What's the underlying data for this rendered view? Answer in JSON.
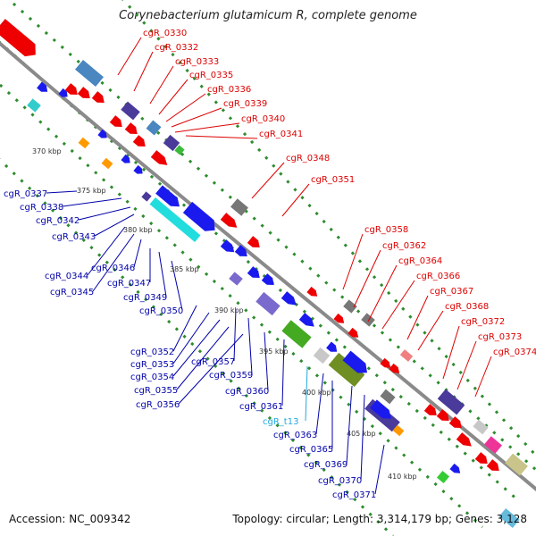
{
  "title": "Corynebacterium glutamicum R, complete genome",
  "footer": {
    "accession": "Accession: NC_009342",
    "topology": "Topology: circular; Length: 3,314,179 bp; Genes: 3,128"
  },
  "colors": {
    "backbone": "#8a8a8a",
    "tick": "#2e8b2e",
    "forward_label": "#dd0000",
    "reverse_label": "#0000aa",
    "rna_label": "#22aadd"
  },
  "kbp_ticks": [
    "370 kbp",
    "375 kbp",
    "380 kbp",
    "385 kbp",
    "390 kbp",
    "395 kbp",
    "400 kbp",
    "405 kbp",
    "410 kbp"
  ],
  "forward_labels": [
    "cgR_0330",
    "cgR_0332",
    "cgR_0333",
    "cgR_0335",
    "cgR_0336",
    "cgR_0339",
    "cgR_0340",
    "cgR_0341",
    "cgR_0348",
    "cgR_0351",
    "cgR_0358",
    "cgR_0362",
    "cgR_0364",
    "cgR_0366",
    "cgR_0367",
    "cgR_0368",
    "cgR_0372",
    "cgR_0373",
    "cgR_0374"
  ],
  "reverse_labels": [
    "cgR_0337",
    "cgR_0338",
    "cgR_0342",
    "cgR_0343",
    "cgR_0344",
    "cgR_0345",
    "cgR_0346",
    "cgR_0347",
    "cgR_0349",
    "cgR_0350",
    "cgR_0352",
    "cgR_0353",
    "cgR_0354",
    "cgR_0355",
    "cgR_0356",
    "cgR_0357",
    "cgR_0359",
    "cgR_0360",
    "cgR_0361",
    "cgR_t13",
    "cgR_0363",
    "cgR_0365",
    "cgR_0369",
    "cgR_0370",
    "cgR_0371"
  ]
}
